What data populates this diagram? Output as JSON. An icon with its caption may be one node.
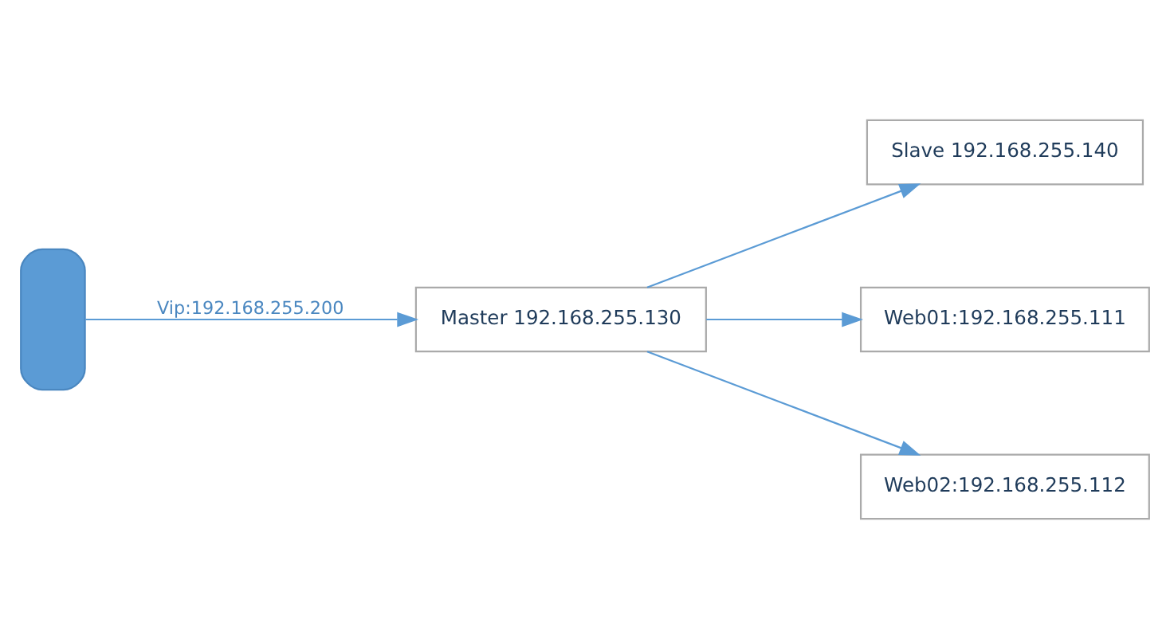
{
  "diagram": {
    "nodes": [
      {
        "text": [],
        "shape": "person"
      },
      {
        "text": [
          "Master 192.168.255.130"
        ]
      },
      {
        "text": [
          "Slave 192.168.255.140"
        ]
      },
      {
        "text": [
          "Web01:192.168.255.111"
        ]
      },
      {
        "text": [
          "Web02:192.168.255.112"
        ]
      }
    ],
    "edges": [
      {
        "from": 0,
        "to": 1,
        "arrow": "to",
        "label": "Vip:192.168.255.200"
      },
      {
        "from": 1,
        "to": 3,
        "arrow": "to"
      },
      {
        "from": 1,
        "to": 4,
        "arrow": "to"
      },
      {
        "from": 1,
        "to": 2,
        "arrow": "to"
      }
    ]
  }
}
